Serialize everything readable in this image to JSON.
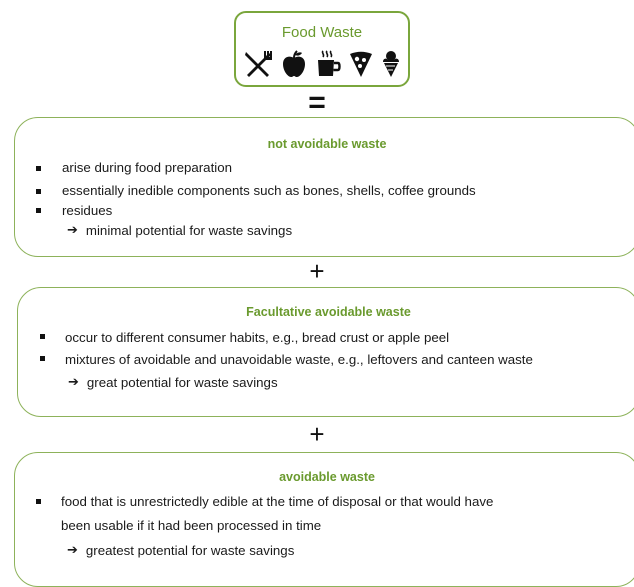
{
  "header": {
    "title": "Food Waste",
    "icons": [
      "fork-knife-icon",
      "apple-icon",
      "coffee-cup-icon",
      "pizza-slice-icon",
      "ice-cream-icon"
    ]
  },
  "operators": {
    "equals": "=",
    "plus_1": "+",
    "plus_2": "+"
  },
  "panels": {
    "not_avoidable": {
      "title": "not avoidable waste",
      "bullets": [
        "arise during food preparation",
        "essentially inedible components such as bones, shells, coffee grounds",
        "residues"
      ],
      "conclusion": "minimal potential for waste savings"
    },
    "facultative": {
      "title": "Facultative avoidable waste",
      "bullets": [
        "occur to different consumer habits, e.g., bread crust or apple peel",
        "mixtures of avoidable and unavoidable waste, e.g., leftovers and canteen waste"
      ],
      "conclusion": "great potential for waste savings"
    },
    "avoidable": {
      "title": "avoidable waste",
      "bullet_line_1": "food that is unrestrictedly edible at the time of disposal or that would have",
      "bullet_line_2": "been usable if it had been processed in time",
      "conclusion": "greatest potential for waste savings"
    }
  },
  "colors": {
    "accent_green": "#6a9a2e",
    "border_green": "#8db25a",
    "text": "#1a1a1a"
  }
}
